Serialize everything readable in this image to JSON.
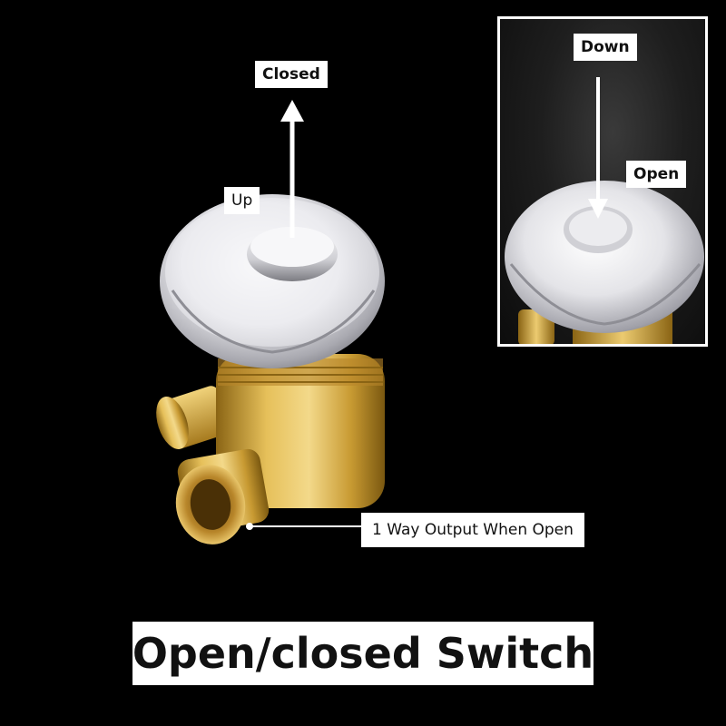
{
  "labels": {
    "closed": "Closed",
    "up": "Up",
    "down": "Down",
    "open": "Open",
    "output": "1 Way Output When Open"
  },
  "title": "Open/closed Switch",
  "colors": {
    "background": "#000000",
    "label_bg": "#ffffff",
    "brass": "#d4a93a",
    "chrome": "#e8e8ec"
  }
}
